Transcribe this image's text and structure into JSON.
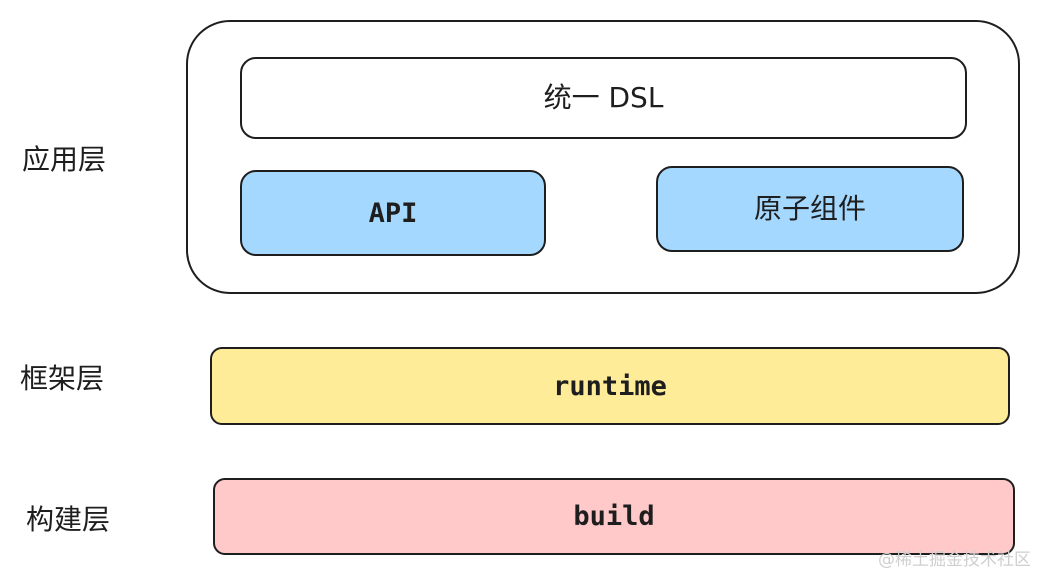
{
  "layers": {
    "application": {
      "label": "应用层",
      "dsl": "统一 DSL",
      "api": "API",
      "components": "原子组件"
    },
    "framework": {
      "label": "框架层",
      "runtime": "runtime"
    },
    "build": {
      "label": "构建层",
      "build": "build"
    }
  },
  "colors": {
    "stroke": "#1e1e1e",
    "blue_fill": "#a5d8ff",
    "yellow_fill": "#ffec99",
    "red_fill": "#ffc9c9"
  },
  "watermark": "@稀土掘金技术社区"
}
